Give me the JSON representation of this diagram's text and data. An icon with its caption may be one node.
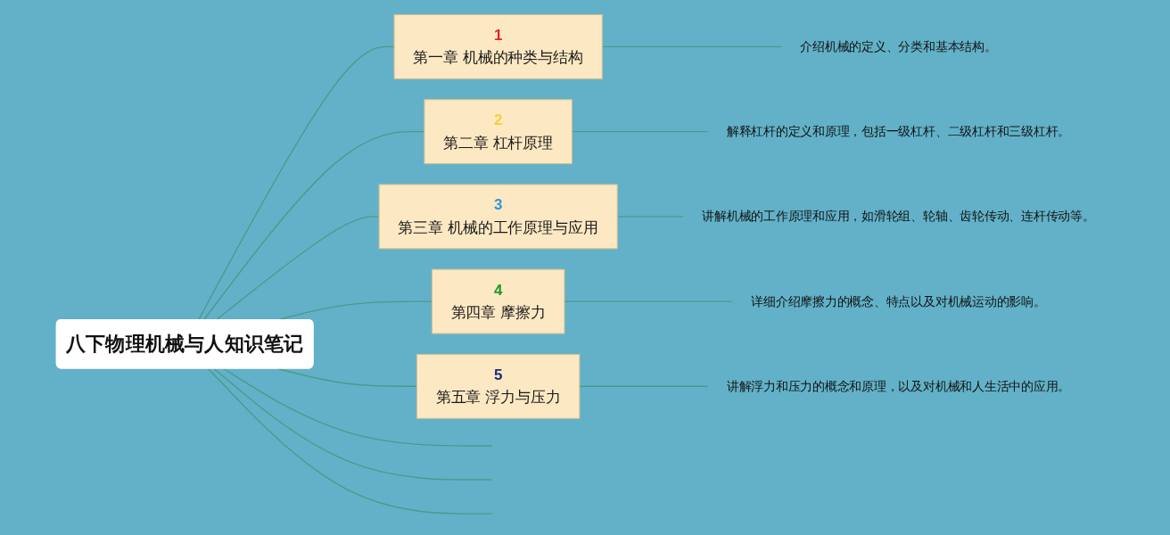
{
  "diagram": {
    "nodes": [
      {
        "text": [
          "八下物理机械与人知识笔记"
        ]
      },
      {
        "text": [
          "1",
          "第一章 机械的种类与结构"
        ]
      },
      {
        "text": [
          "介绍机械的定义、分类和基本结构。"
        ]
      },
      {
        "text": [
          "2",
          "第二章 杠杆原理"
        ]
      },
      {
        "text": [
          "解释杠杆的定义和原理，包括一级杠杆、二级杠杆和三级杠杆。"
        ]
      },
      {
        "text": [
          "3",
          "第三章 机械的工作原理与应用"
        ]
      },
      {
        "text": [
          "讲解机械的工作原理和应用，如滑轮组、轮轴、齿轮传动、连杆传动等。"
        ]
      },
      {
        "text": [
          "4",
          "第四章 摩擦力"
        ]
      },
      {
        "text": [
          "详细介绍摩擦力的概念、特点以及对机械运动的影响。"
        ]
      },
      {
        "text": [
          "5",
          "第五章 浮力与压力"
        ]
      },
      {
        "text": [
          "讲解浮力和压力的概念和原理，以及对机械和人生活中的应用。"
        ]
      }
    ],
    "edges": [
      {
        "from": 0,
        "to": 1,
        "arrow": "none"
      },
      {
        "from": 1,
        "to": 2,
        "arrow": "none"
      },
      {
        "from": 0,
        "to": 3,
        "arrow": "none"
      },
      {
        "from": 3,
        "to": 4,
        "arrow": "none"
      },
      {
        "from": 0,
        "to": 5,
        "arrow": "none"
      },
      {
        "from": 5,
        "to": 6,
        "arrow": "none"
      },
      {
        "from": 0,
        "to": 7,
        "arrow": "none"
      },
      {
        "from": 7,
        "to": 8,
        "arrow": "none"
      },
      {
        "from": 0,
        "to": 9,
        "arrow": "none"
      },
      {
        "from": 9,
        "to": 10,
        "arrow": "none"
      },
      {
        "from": 0,
        "to": null,
        "arrow": "none"
      },
      {
        "from": 0,
        "to": null,
        "arrow": "none"
      },
      {
        "from": 0,
        "to": null,
        "arrow": "none"
      }
    ]
  }
}
